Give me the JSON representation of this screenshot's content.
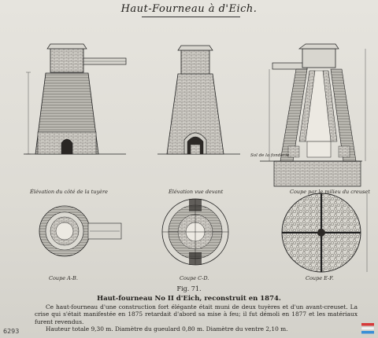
{
  "title": "Haut-Fourneau à d'Eich.",
  "captions": {
    "side_elevation": "Élévation du côté de la tuyère",
    "front_elevation": "Élévation vue devant",
    "section_elevation": "Coupe par le milieu du creuset",
    "ground_level": "Sol de la fonderie",
    "plan_ab": "Coupe A-B.",
    "plan_cd": "Coupe C-D.",
    "plan_ef": "Coupe E-F."
  },
  "figure_label": "Fig. 71.",
  "heading": "Haut-fourneau No II d'Eich, reconstruit en 1874.",
  "body": {
    "paragraph_1": "Ce haut-fourneau d'une construction fort élégante était muni de deux tuyères et d'un avant-creuset. La crise qui s'était manifestée en 1875 retardait d'abord sa mise à feu; il fut démoli en 1877 et les matériaux furent revendus.",
    "paragraph_2": "Hauteur totale 9,30 m. Diamètre du gueulard 0,80 m. Diamètre du ventre 2,10 m."
  },
  "archive_number": "6293",
  "colors": {
    "ink": "#1f1d1a",
    "paper": "#e2e0da",
    "logo_red": "#d63a3a",
    "logo_blue": "#3a8fd6"
  },
  "icons": [
    "archive-logo-icon"
  ]
}
